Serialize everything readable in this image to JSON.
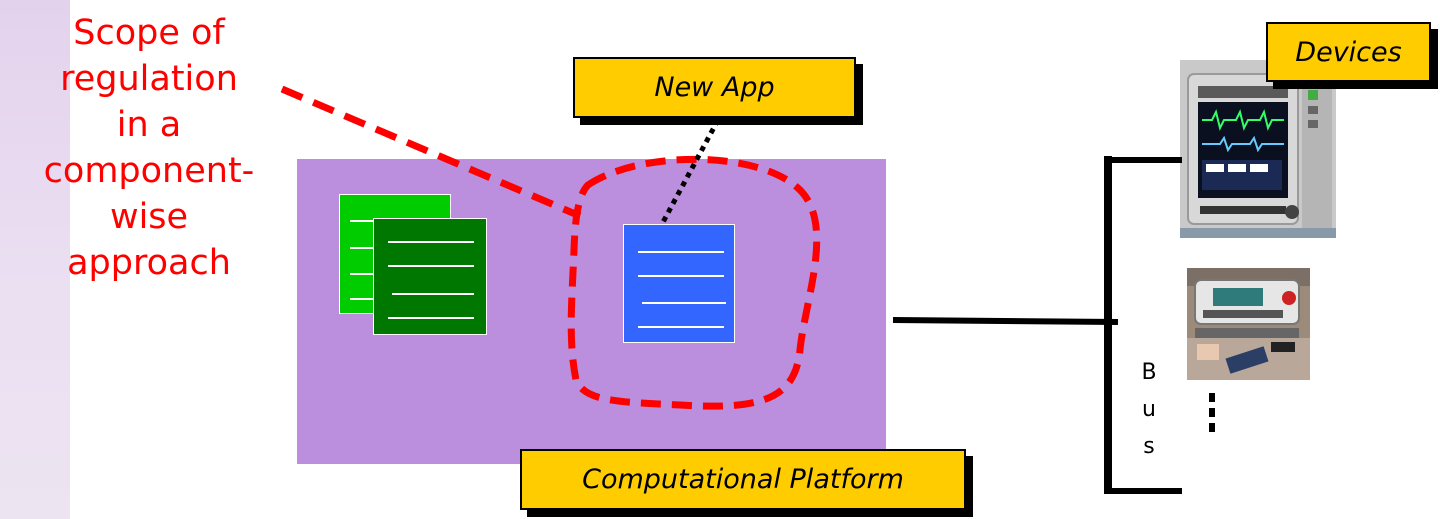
{
  "scope_label": {
    "line1": "Scope of",
    "line2": "regulation",
    "line3": "in a",
    "line4": "component-",
    "line5": "wise",
    "line6": "approach"
  },
  "callouts": {
    "new_app": "New App",
    "computational_platform": "Computational Platform",
    "devices": "Devices"
  },
  "bus": {
    "letter1": "B",
    "letter2": "u",
    "letter3": "s"
  },
  "colors": {
    "scope_red": "#ff0000",
    "platform_purple": "#bb8fdd",
    "callout_yellow": "#ffcc00",
    "doc_light_green": "#00cc00",
    "doc_dark_green": "#007700",
    "doc_blue": "#3366ff"
  }
}
